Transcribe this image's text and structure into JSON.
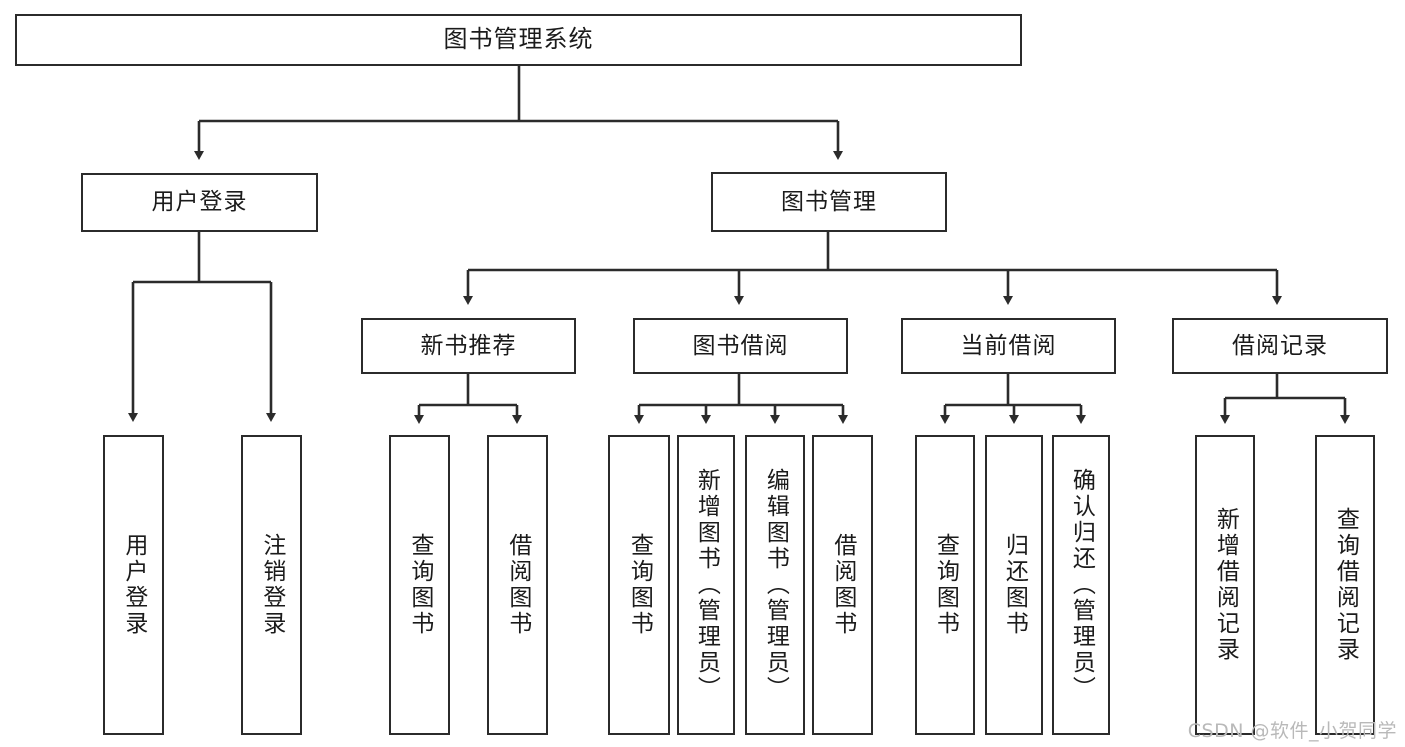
{
  "diagram": {
    "title": "图书管理系统",
    "type": "tree",
    "watermark": "CSDN @软件_小贺同学",
    "line_color": "#2b2b2b",
    "text_color": "#1b1b1b",
    "background": "#ffffff",
    "nodes": {
      "root": {
        "label": "图书管理系统"
      },
      "level1": [
        {
          "label": "用户登录"
        },
        {
          "label": "图书管理"
        }
      ],
      "level2": [
        {
          "label": "新书推荐"
        },
        {
          "label": "图书借阅"
        },
        {
          "label": "当前借阅"
        },
        {
          "label": "借阅记录"
        }
      ],
      "leaves_user_login": [
        {
          "label": "用户登录"
        },
        {
          "label": "注销登录"
        }
      ],
      "leaves_new_book": [
        {
          "label": "查询图书"
        },
        {
          "label": "借阅图书"
        }
      ],
      "leaves_borrow": [
        {
          "label": "查询图书"
        },
        {
          "label": "新增图书（管理员）"
        },
        {
          "label": "编辑图书（管理员）"
        },
        {
          "label": "借阅图书"
        }
      ],
      "leaves_current": [
        {
          "label": "查询图书"
        },
        {
          "label": "归还图书"
        },
        {
          "label": "确认归还（管理员）"
        }
      ],
      "leaves_records": [
        {
          "label": "新增借阅记录"
        },
        {
          "label": "查询借阅记录"
        }
      ]
    }
  }
}
